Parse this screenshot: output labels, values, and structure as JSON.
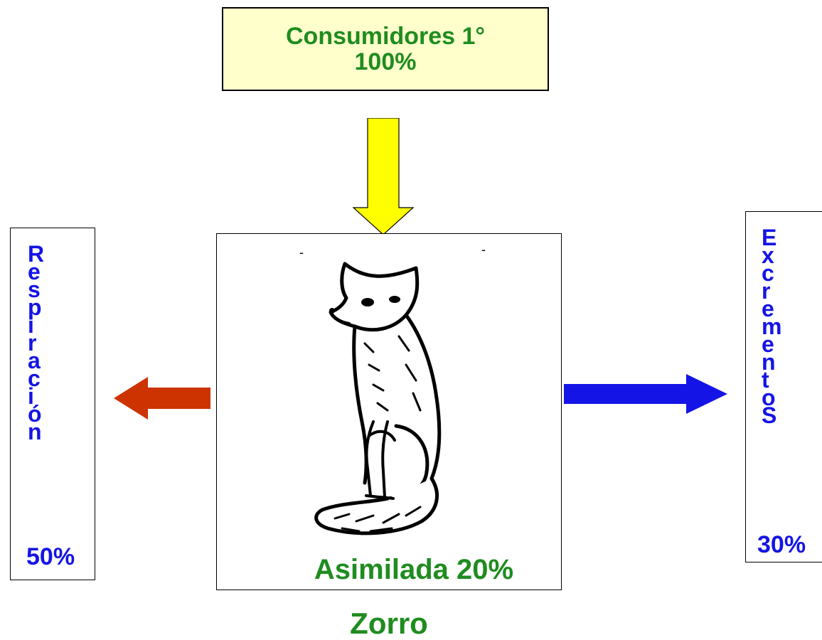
{
  "source": {
    "line1": "Consumidores 1°",
    "line2": "100%"
  },
  "center": {
    "assimilated_label": "Asimilada 20%",
    "organism_label": "Zorro",
    "tick_a": "-",
    "tick_b": "-"
  },
  "left_output": {
    "letters": [
      "R",
      "e",
      "s",
      "p",
      "i",
      "r",
      "a",
      "c",
      "i",
      "ó",
      "n"
    ],
    "percent": "50%"
  },
  "right_output": {
    "letters": [
      "E",
      "x",
      "c",
      "r",
      "e",
      "m",
      "e",
      "n",
      "t",
      "o",
      "S"
    ],
    "percent": "30%"
  },
  "arrows": {
    "input_color": "#ffff00",
    "respiration_color": "#cc3300",
    "excrement_color": "#1414e6"
  },
  "colors": {
    "title_green": "#1f8c1f",
    "side_blue": "#1414e6",
    "source_fill": "#ffffcc"
  }
}
